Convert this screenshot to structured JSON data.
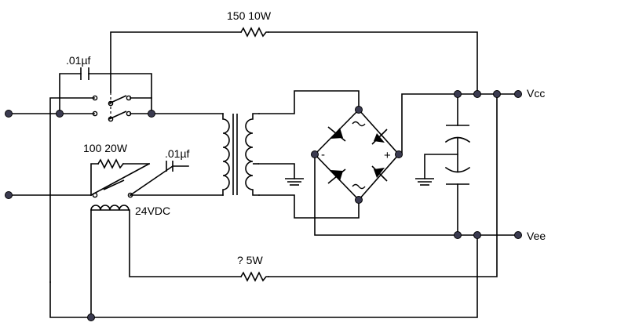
{
  "labels": {
    "r_top": "150 10W",
    "cap_top": ".01µf",
    "r_mid": "100 20W",
    "cap_mid": ".01µf",
    "transformer_small": "24VDC",
    "r_bottom": "? 5W",
    "vcc": "Vcc",
    "vee": "Vee",
    "bridge_plus": "+",
    "bridge_minus": "-"
  },
  "colors": {
    "wire": "#000000",
    "node": "#3b3b50",
    "background": "#ffffff"
  }
}
